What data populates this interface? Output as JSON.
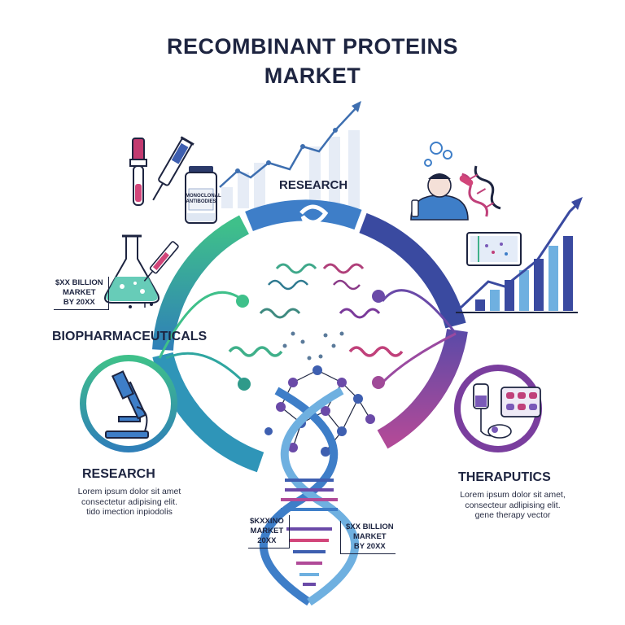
{
  "title": {
    "line1": "RECOMBINANT PROTEINS",
    "line2": "MARKET"
  },
  "sections": {
    "top": {
      "heading": "RESEARCH"
    },
    "left": {
      "heading": "BIOPHARMACEUTICALS"
    },
    "bottom_left": {
      "heading": "RESEARCH",
      "body": [
        "Lorem ipsum dolor sit amet",
        "consectetur adipising elit.",
        "tido imection inpiodolis"
      ]
    },
    "right": {
      "heading": "THERAPUTICS",
      "body": [
        "Lorem ipsum dolor sit amet,",
        "consecteur adlipising elit.",
        "gene therapy vector"
      ]
    }
  },
  "stats": {
    "left": [
      "$XX BILLION",
      "MARKET",
      "BY 20XX"
    ],
    "bottom_a": [
      "$KXXINO",
      "MARKET",
      "20XX"
    ],
    "bottom_b": [
      "$XX BILLION",
      "MARKET",
      "BY 20XX"
    ]
  },
  "vial_label": [
    "MONOCLONAL",
    "ANTIBODIES"
  ],
  "colors": {
    "navy": "#1d2440",
    "green": "#3fc08a",
    "teal": "#2fa6a0",
    "blue": "#3e7ec8",
    "purple": "#6a4aa8",
    "magenta": "#b04a98",
    "pink": "#d2457a",
    "light_blue": "#6fb0e0"
  },
  "icons": [
    "pipette-icon",
    "syringe-icon",
    "vial-icon",
    "flask-icon",
    "microscope-icon",
    "scientist-icon",
    "pills-icon",
    "iv-bag-icon",
    "dna-icon",
    "growth-chart-icon"
  ]
}
